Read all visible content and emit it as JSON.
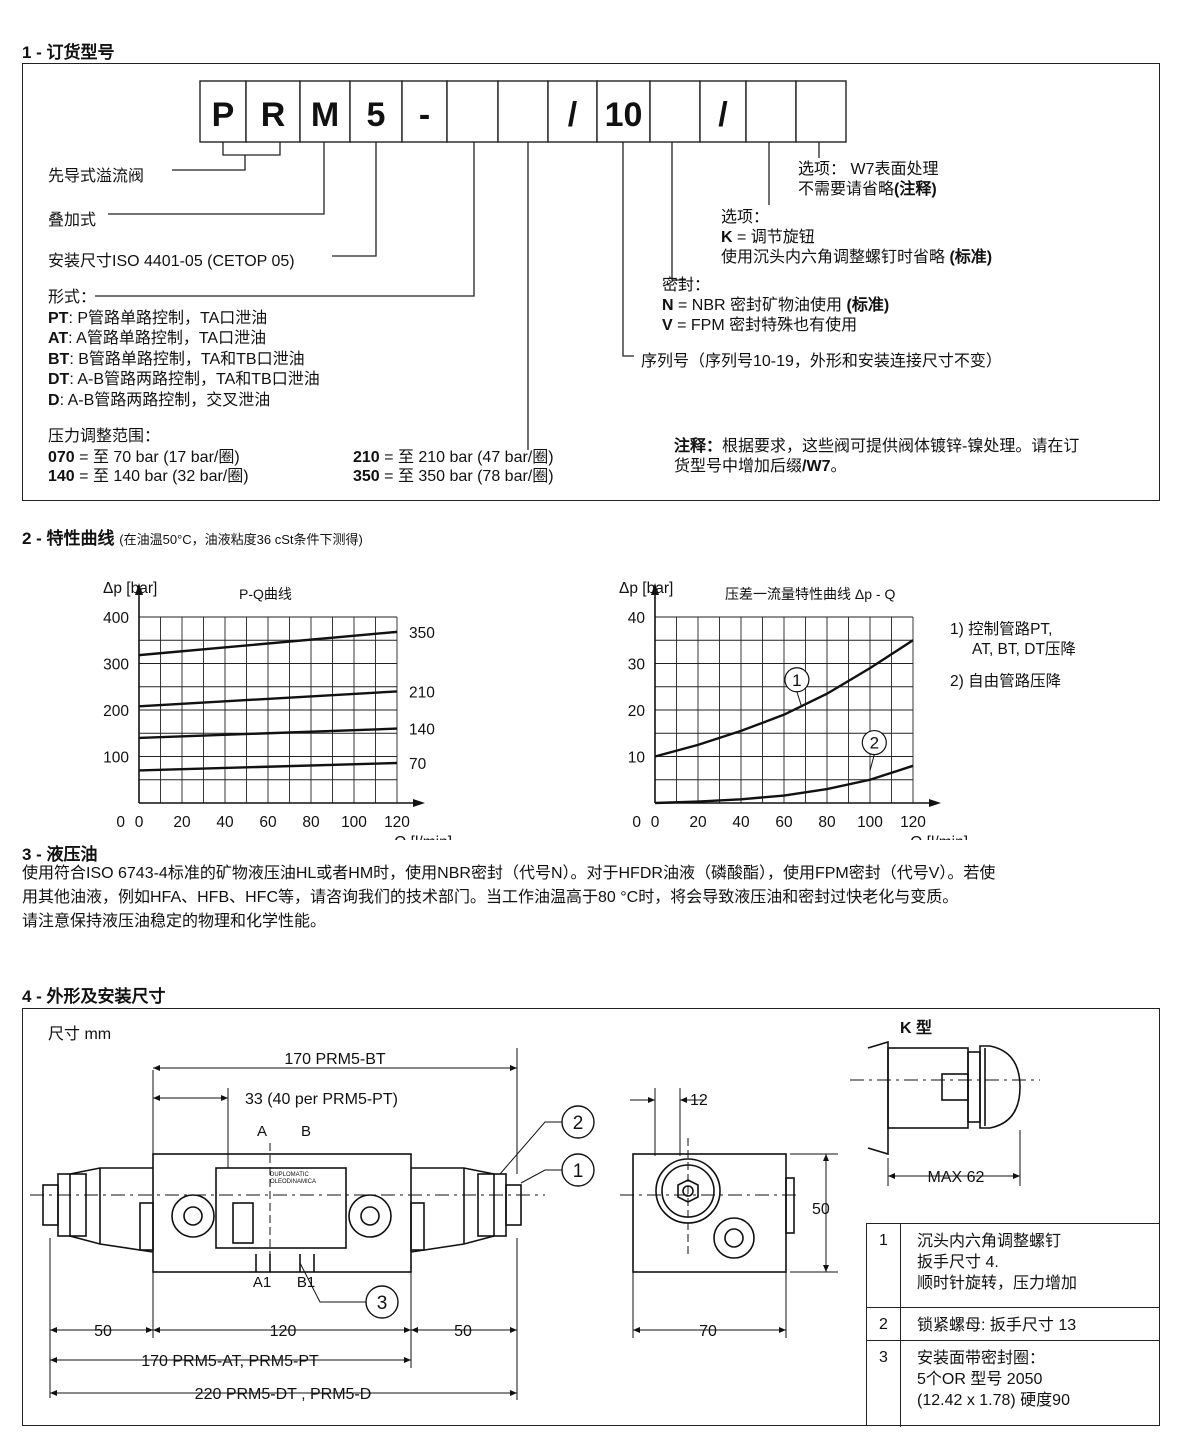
{
  "s1": {
    "title": "1 - 订货型号",
    "code_boxes": [
      "P",
      "R",
      "M",
      "5",
      "-",
      "",
      "",
      "/",
      "10",
      "",
      "/",
      "",
      ""
    ],
    "pilot": "先导式溢流阀",
    "modular": "叠加式",
    "mounting": "安装尺寸ISO 4401-05 (CETOP 05)",
    "form_title": "形式：",
    "forms": [
      {
        "code": "PT",
        "text": ": P管路单路控制，TA口泄油"
      },
      {
        "code": "AT",
        "text": ": A管路单路控制，TA口泄油"
      },
      {
        "code": "BT",
        "text": ": B管路单路控制，TA和TB口泄油"
      },
      {
        "code": "DT",
        "text": ": A-B管路两路控制，TA和TB口泄油"
      },
      {
        "code": "D",
        "text": ":   A-B管路两路控制，交叉泄油"
      }
    ],
    "pressure_title": "压力调整范围：",
    "pressures": [
      {
        "code": "070",
        "text": " = 至  70 bar  (17 bar/圈)"
      },
      {
        "code": "140",
        "text": " = 至 140 bar  (32 bar/圈)"
      },
      {
        "code": "210",
        "text": " = 至 210 bar  (47 bar/圈)"
      },
      {
        "code": "350",
        "text": " = 至 350 bar  (78 bar/圈)"
      }
    ],
    "opt1_a": "选项：  W7表面处理",
    "opt1_b": "不需要请省略",
    "opt1_b_bold": "(注释)",
    "opt2_a": "选项：",
    "opt2_b_code": "K",
    "opt2_b": " = 调节旋钮",
    "opt2_c": "使用沉头内六角调整螺钉时省略 ",
    "opt2_c_bold": "(标准)",
    "seal_title": "密封：",
    "seal_n_code": "N",
    "seal_n": " = NBR 密封矿物油使用 ",
    "seal_n_bold": "(标准)",
    "seal_v_code": "V",
    "seal_v": " = FPM 密封特殊也有使用",
    "series": "序列号（序列号10-19，外形和安装连接尺寸不变）",
    "note_bold": "注释：",
    "note_a": "根据要求，这些阀可提供阀体镀锌-镍处理。请在订",
    "note_b": "货型号中增加后缀",
    "note_b_bold": "/W7",
    "note_b_end": "。"
  },
  "s2": {
    "title": "2 - 特性曲线",
    "subtitle": "(在油温50°C，油液粘度36 cSt条件下测得)"
  },
  "chart_data": [
    {
      "type": "line",
      "title": "P-Q曲线",
      "ylabel": "Δp [bar]",
      "xlabel": "Q [l/min]",
      "xlim": [
        0,
        120
      ],
      "ylim": [
        0,
        400
      ],
      "xticks": [
        "0",
        "20",
        "40",
        "60",
        "80",
        "100",
        "120"
      ],
      "yticks": [
        "100",
        "200",
        "300",
        "400"
      ],
      "grid": true,
      "series": [
        {
          "name": "350",
          "x": [
            0,
            120
          ],
          "y": [
            318,
            368
          ]
        },
        {
          "name": "210",
          "x": [
            0,
            120
          ],
          "y": [
            208,
            240
          ]
        },
        {
          "name": "140",
          "x": [
            0,
            120
          ],
          "y": [
            140,
            160
          ]
        },
        {
          "name": "70",
          "x": [
            0,
            120
          ],
          "y": [
            70,
            86
          ]
        }
      ]
    },
    {
      "type": "line",
      "title": "压差一流量特性曲线 Δp - Q",
      "ylabel": "Δp [bar]",
      "xlabel": "Q [l/min]",
      "xlim": [
        0,
        120
      ],
      "ylim": [
        0,
        40
      ],
      "xticks": [
        "0",
        "20",
        "40",
        "60",
        "80",
        "100",
        "120"
      ],
      "yticks": [
        "10",
        "20",
        "30",
        "40"
      ],
      "grid": true,
      "series": [
        {
          "name": "1",
          "x": [
            0,
            20,
            40,
            60,
            80,
            100,
            120
          ],
          "y": [
            10,
            12.5,
            15.5,
            19,
            23.5,
            29,
            35
          ]
        },
        {
          "name": "2",
          "x": [
            0,
            20,
            40,
            60,
            80,
            100,
            120
          ],
          "y": [
            0,
            0.3,
            0.8,
            1.6,
            3,
            5,
            8
          ]
        }
      ],
      "legend": [
        "1)  控制管路PT,",
        "AT, BT, DT压降",
        "2)  自由管路压降"
      ]
    }
  ],
  "s3": {
    "title": "3 - 液压油",
    "p1": "使用符合ISO 6743-4标准的矿物液压油HL或者HM时，使用NBR密封（代号N）。对于HFDR油液（磷酸酯），使用FPM密封（代号V）。若使",
    "p2": "用其他油液，例如HFA、HFB、HFC等，请咨询我们的技术部门。当工作油温高于80 °C时，将会导致液压油和密封过快老化与变质。",
    "p3": "请注意保持液压油稳定的物理和化学性能。"
  },
  "s4": {
    "title": "4 - 外形及安装尺寸",
    "units": "尺寸  mm",
    "dim_170bt": "170  PRM5-BT",
    "dim_33": "33  (40 per PRM5-PT)",
    "dim_12": "12",
    "dim_50v": "50",
    "dim_50l": "50",
    "dim_120": "120",
    "dim_50r": "50",
    "dim_70": "70",
    "dim_170at": "170  PRM5-AT, PRM5-PT",
    "dim_220": "220  PRM5-DT , PRM5-D",
    "port_a": "A",
    "port_b": "B",
    "port_a1": "A1",
    "port_b1": "B1",
    "callout_1": "1",
    "callout_2": "2",
    "callout_3": "3",
    "brand_line1": "DUPLOMATIC",
    "brand_line2": "OLEODINAMICA",
    "k_title": "K 型",
    "k_max": "MAX 62",
    "table": [
      {
        "num": "1",
        "lines": [
          "沉头内六角调整螺钉",
          "扳手尺寸 4.",
          "顺时针旋转，压力增加"
        ]
      },
      {
        "num": "2",
        "lines": [
          "锁紧螺母:   扳手尺寸 13"
        ]
      },
      {
        "num": "3",
        "lines": [
          "安装面带密封圈：",
          "5个OR 型号 2050",
          "(12.42 x 1.78) 硬度90"
        ]
      }
    ]
  }
}
